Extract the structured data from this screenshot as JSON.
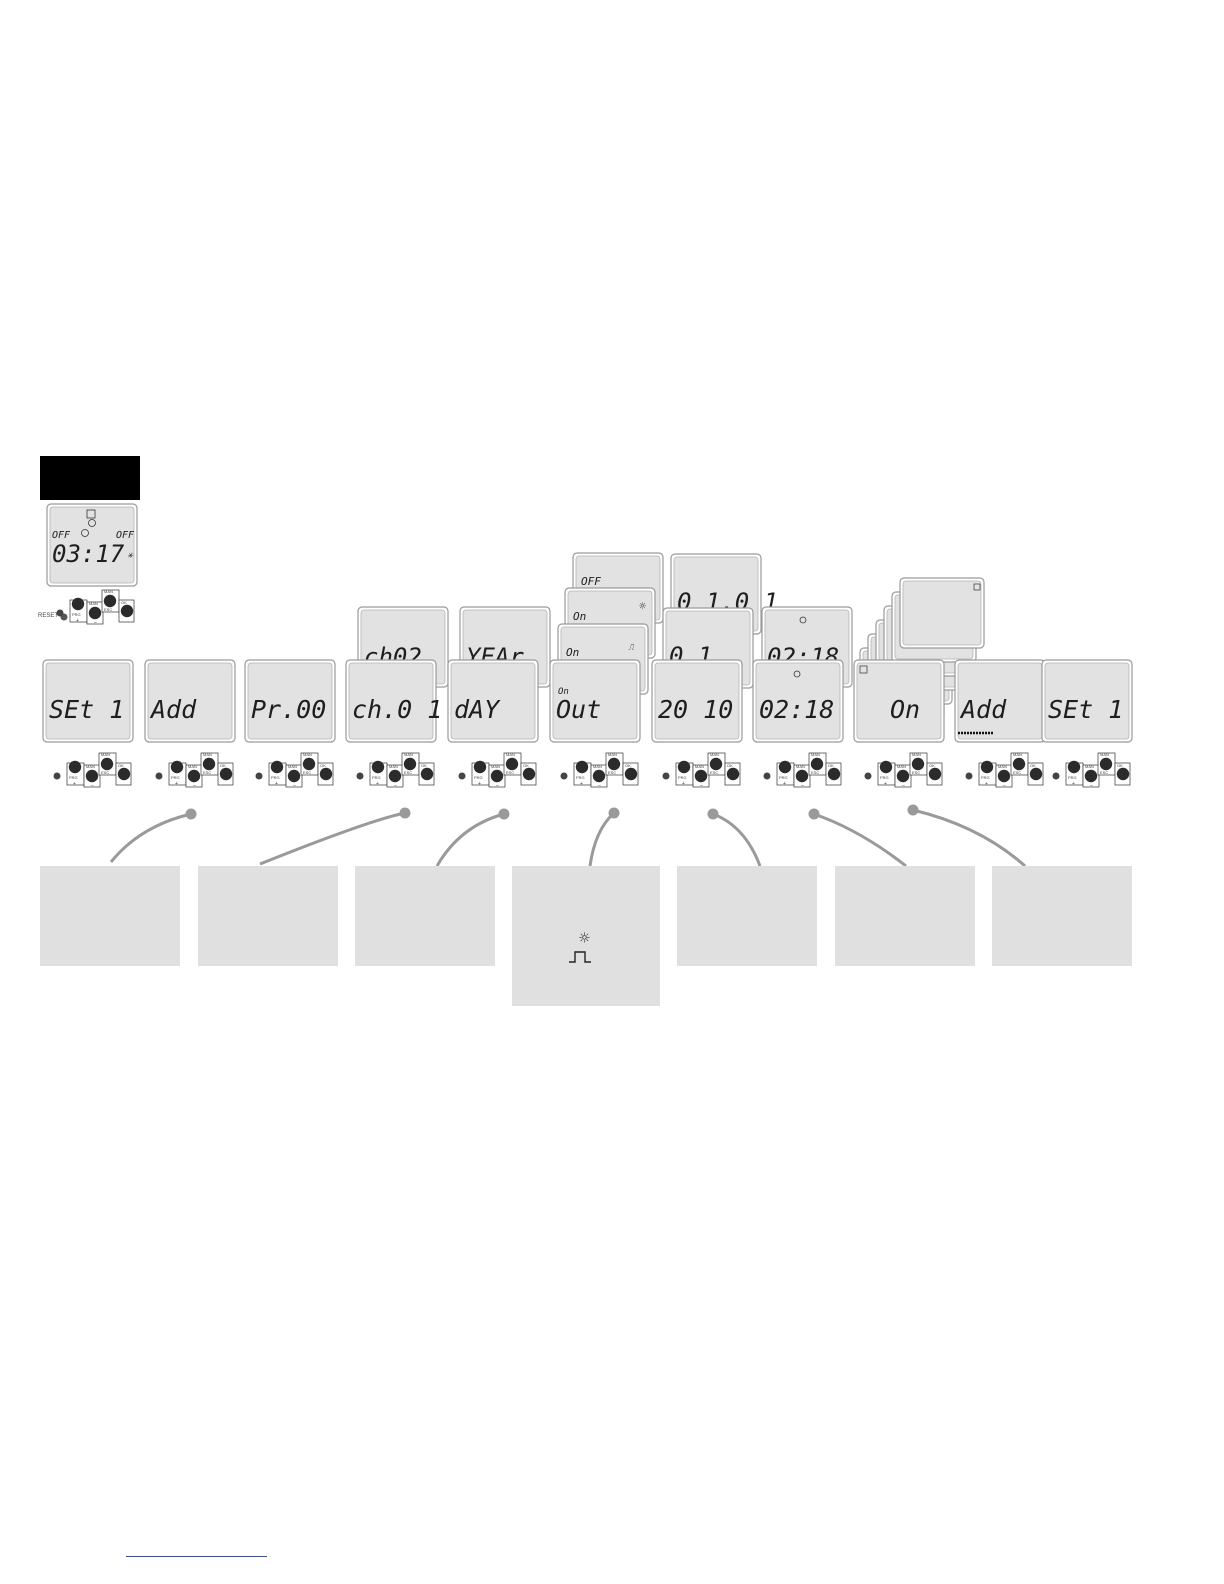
{
  "header": {
    "color": "#000000"
  },
  "colors": {
    "lcd_face": "#e2e2e2",
    "lcd_border": "#9a9a9a",
    "segment_text": "#1e1e1e",
    "connector": "#9a9a9a",
    "callout_box": "#e0e0e0",
    "button_fill": "#2b2b2b"
  },
  "initial_display": {
    "time": "03:17",
    "left_label": "OFF",
    "right_label": "OFF",
    "reset_label": "RESET"
  },
  "keypad": {
    "prg": "PRG",
    "plus": "+",
    "man": "MAN",
    "minus": "–",
    "esc": "ESC",
    "ok": "OK"
  },
  "steps": [
    {
      "display": "SEt 1",
      "stack": []
    },
    {
      "display": "Add",
      "stack": []
    },
    {
      "display": "Pr.00",
      "stack": []
    },
    {
      "display": "ch.0 1",
      "stack": [
        "ch02"
      ]
    },
    {
      "display": "dAY",
      "stack": [
        "YEAr"
      ]
    },
    {
      "display": "Out",
      "prefix": "On",
      "stack": [
        "OFF",
        "On",
        "On"
      ]
    },
    {
      "display": "20 10",
      "stack": [
        "0 1",
        "0 1.0 1"
      ]
    },
    {
      "display": "02:18",
      "stack": [
        "02:18"
      ]
    },
    {
      "display": "On",
      "stack": [
        "",
        "",
        "",
        "",
        "",
        ""
      ]
    },
    {
      "display": "Add",
      "progress": true,
      "stack": []
    },
    {
      "display": "SEt 1",
      "stack": []
    }
  ],
  "callouts": [
    {
      "icons": []
    },
    {
      "icons": []
    },
    {
      "icons": []
    },
    {
      "icons": [
        "sun-icon",
        "pulse-icon"
      ]
    },
    {
      "icons": []
    },
    {
      "icons": []
    },
    {
      "icons": []
    }
  ],
  "footer": {
    "link_color": "#2a52be"
  }
}
